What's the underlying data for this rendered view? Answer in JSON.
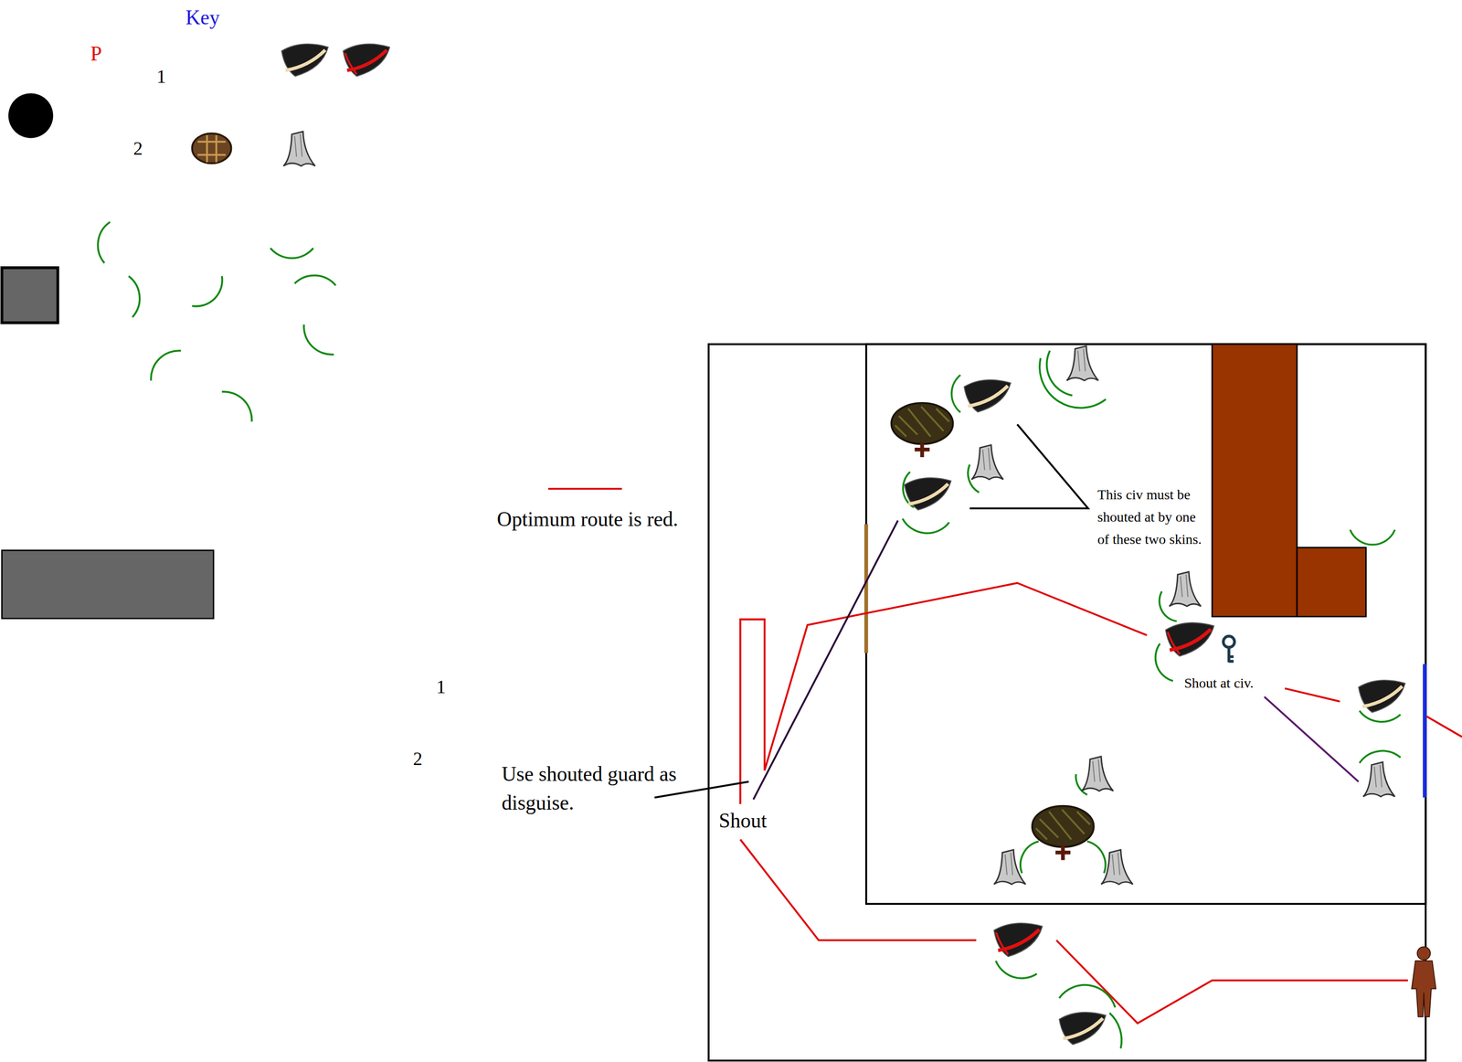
{
  "diagram": {
    "labels": [
      "Key",
      "P",
      "1",
      "2",
      "1",
      "2",
      "This civ must be shouted at by one of these two skins.",
      "Shout at civ.",
      "Shout",
      "Use shouted guard as disguise."
    ],
    "legend": [
      {
        "text": "Optimum route is red."
      }
    ]
  }
}
